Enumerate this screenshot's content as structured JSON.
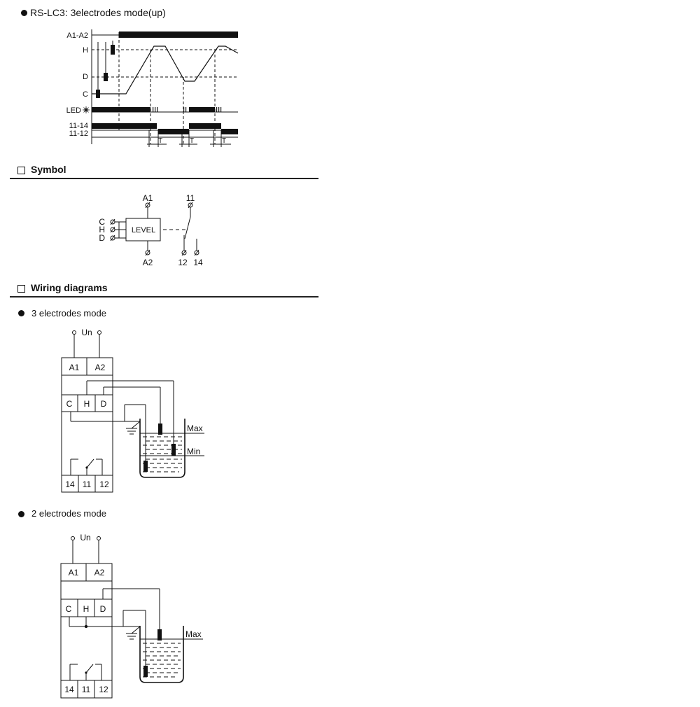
{
  "timing": {
    "title": "RS-LC3: 3electrodes mode(up)",
    "labels": {
      "a1a2": "A1-A2",
      "h": "H",
      "d": "D",
      "c": "C",
      "led": "LED",
      "r1114": "11-14",
      "r1112": "11-12",
      "t": "T"
    }
  },
  "symbol": {
    "heading": "Symbol",
    "block_label": "LEVEL",
    "terminals": {
      "a1": "A1",
      "a2": "A2",
      "c": "C",
      "h": "H",
      "d": "D",
      "t11": "11",
      "t12": "12",
      "t14": "14"
    }
  },
  "wiring": {
    "heading": "Wiring diagrams",
    "mode3": {
      "caption": "3 electrodes mode",
      "supply": "Un",
      "top_terminals": [
        "A1",
        "A2"
      ],
      "inputs": [
        "C",
        "H",
        "D"
      ],
      "outputs": [
        "14",
        "11",
        "12"
      ],
      "max": "Max",
      "min": "Min"
    },
    "mode2": {
      "caption": "2 electrodes mode",
      "supply": "Un",
      "top_terminals": [
        "A1",
        "A2"
      ],
      "inputs": [
        "C",
        "H",
        "D"
      ],
      "outputs": [
        "14",
        "11",
        "12"
      ],
      "max": "Max"
    }
  }
}
